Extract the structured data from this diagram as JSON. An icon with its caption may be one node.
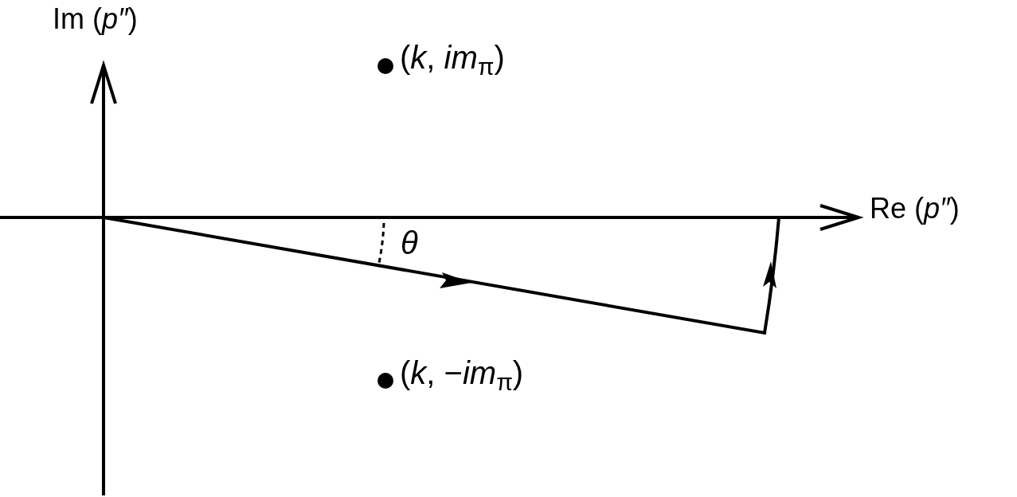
{
  "diagram": {
    "labels": [
      "Im (*p″*)",
      "(*k*, *im*$_{π}$)",
      "Re (*p″*)",
      "*θ*",
      "(*k*, −*im*$_{π}$)"
    ]
  }
}
